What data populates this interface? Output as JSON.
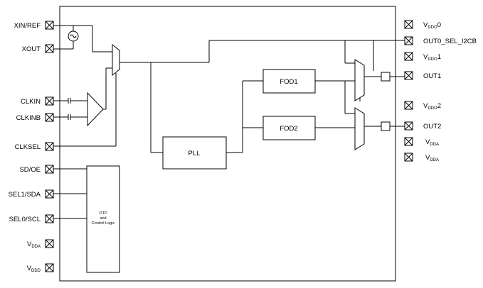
{
  "left_pins": {
    "xin_ref": "XIN/REF",
    "xout": "XOUT",
    "clkin": "CLKIN",
    "clkinb": "CLKINB",
    "clksel": "CLKSEL",
    "sd_oe": "SD/OE",
    "sel1_sda": "SEL1/SDA",
    "sel0_scl": "SEL0/SCL",
    "vdda": {
      "main": "V",
      "sub": "DDA"
    },
    "vddd": {
      "main": "V",
      "sub": "DDD"
    }
  },
  "right_pins": {
    "vddo0": {
      "main": "V",
      "sub": "DDO",
      "suffix": "0"
    },
    "out0_sel_i2cb": "OUT0_SEL_I2CB",
    "vddo1": {
      "main": "V",
      "sub": "DDO",
      "suffix": "1"
    },
    "out1": "OUT1",
    "vddo2": {
      "main": "V",
      "sub": "DDO",
      "suffix": "2"
    },
    "out2": "OUT2",
    "vdda_a": {
      "main": "V",
      "sub": "DDA"
    },
    "vdda_b": {
      "main": "V",
      "sub": "DDA"
    }
  },
  "blocks": {
    "pll": "PLL",
    "fod1": "FOD1",
    "fod2": "FOD2",
    "otp_line1": "OTP",
    "otp_line2": "and",
    "otp_line3": "Control Logic"
  }
}
